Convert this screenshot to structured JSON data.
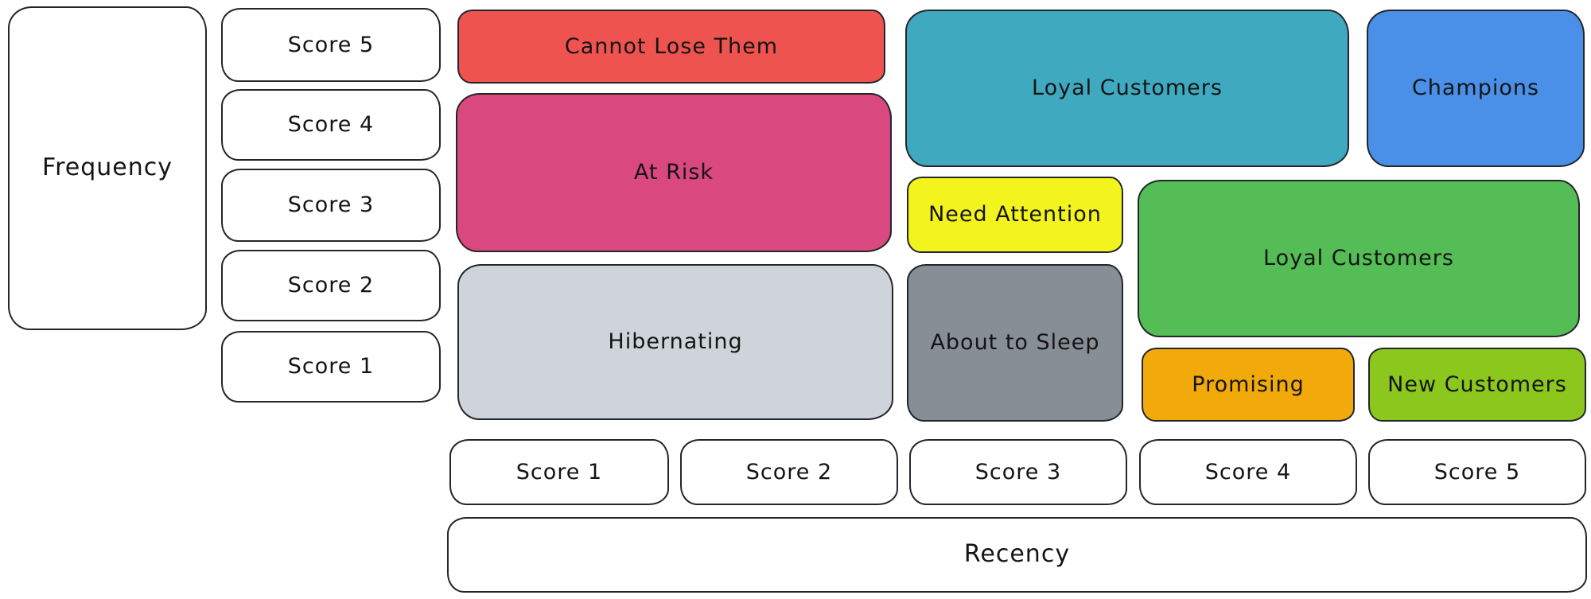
{
  "diagram": {
    "type": "rfm-segmentation-matrix",
    "axes": {
      "frequency_label": "Frequency",
      "recency_label": "Recency",
      "frequency_scores": [
        "Score 5",
        "Score 4",
        "Score 3",
        "Score 2",
        "Score 1"
      ],
      "recency_scores": [
        "Score 1",
        "Score 2",
        "Score 3",
        "Score 4",
        "Score 5"
      ]
    },
    "segments": [
      {
        "label": "Cannot Lose Them",
        "color": "#ef5350",
        "recency": "1-2",
        "frequency": "5"
      },
      {
        "label": "At Risk",
        "color": "#d9487f",
        "recency": "1-2",
        "frequency": "3-4"
      },
      {
        "label": "Hibernating",
        "color": "#ced4da",
        "recency": "1-2",
        "frequency": "1-2"
      },
      {
        "label": "Loyal Customers",
        "color": "#3fa9c0",
        "recency": "3-4",
        "frequency": "4-5"
      },
      {
        "label": "Champions",
        "color": "#4a90e8",
        "recency": "5",
        "frequency": "4-5"
      },
      {
        "label": "Need Attention",
        "color": "#f3f31d",
        "recency": "3",
        "frequency": "3"
      },
      {
        "label": "Loyal Customers",
        "color": "#54bd55",
        "recency": "4-5",
        "frequency": "2-3"
      },
      {
        "label": "About to Sleep",
        "color": "#868e96",
        "recency": "3",
        "frequency": "1-2"
      },
      {
        "label": "Promising",
        "color": "#f2a90a",
        "recency": "4",
        "frequency": "1"
      },
      {
        "label": "New Customers",
        "color": "#8cc71e",
        "recency": "5",
        "frequency": "1"
      }
    ],
    "stroke_color": "#23262b",
    "text_color": "#141414"
  }
}
